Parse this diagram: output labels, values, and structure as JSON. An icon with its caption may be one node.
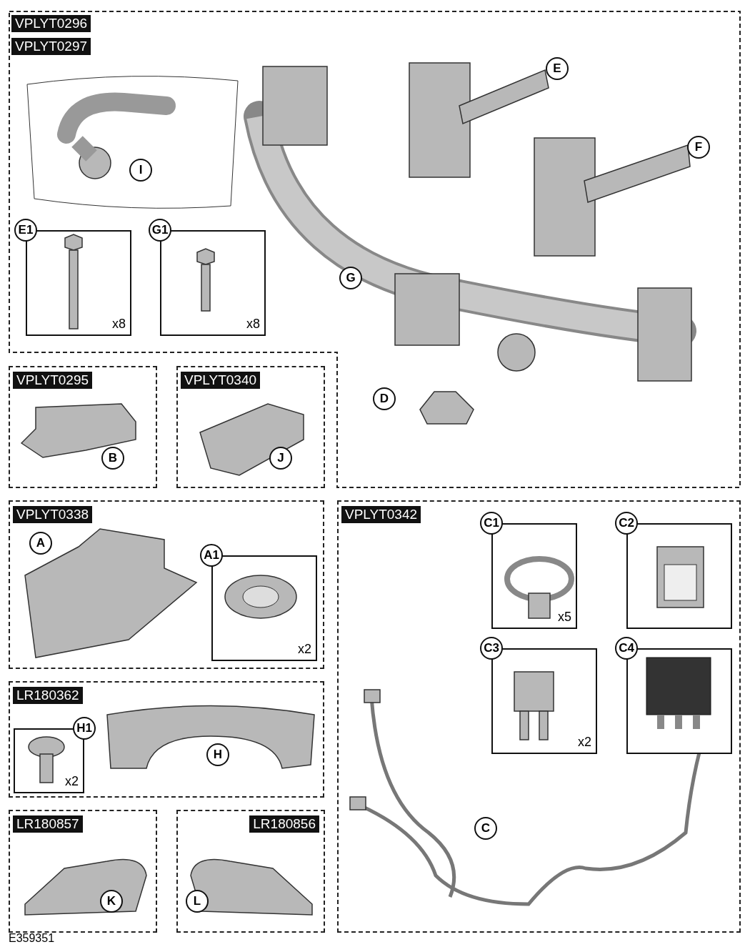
{
  "diagram": {
    "nodes": [
      {
        "text": [
          "VPLYT0296",
          "VPLYT0297"
        ]
      },
      {
        "text": [
          "VPLYT0295"
        ]
      },
      {
        "text": [
          "VPLYT0340"
        ]
      },
      {
        "text": [
          "VPLYT0338"
        ]
      },
      {
        "text": [
          "VPLYT0342"
        ]
      },
      {
        "text": [
          "LR180362"
        ]
      },
      {
        "text": [
          "LR180857"
        ]
      },
      {
        "text": [
          "LR180856"
        ]
      },
      {
        "text": [
          "I"
        ],
        "in": 0
      },
      {
        "text": [
          "E1",
          "x8"
        ],
        "in": 0
      },
      {
        "text": [
          "G1",
          "x8"
        ],
        "in": 0
      },
      {
        "text": [
          "G"
        ],
        "in": 0
      },
      {
        "text": [
          "E"
        ],
        "in": 0
      },
      {
        "text": [
          "F"
        ],
        "in": 0
      },
      {
        "text": [
          "D"
        ],
        "in": 0
      },
      {
        "text": [
          "B"
        ],
        "in": 1
      },
      {
        "text": [
          "J"
        ],
        "in": 2
      },
      {
        "text": [
          "A"
        ],
        "in": 3
      },
      {
        "text": [
          "A1",
          "x2"
        ],
        "in": 3
      },
      {
        "text": [
          "C1",
          "x5"
        ],
        "in": 4
      },
      {
        "text": [
          "C2"
        ],
        "in": 4
      },
      {
        "text": [
          "C3",
          "x2"
        ],
        "in": 4
      },
      {
        "text": [
          "C4"
        ],
        "in": 4
      },
      {
        "text": [
          "C"
        ],
        "in": 4
      },
      {
        "text": [
          "H1",
          "x2"
        ],
        "in": 5
      },
      {
        "text": [
          "H"
        ],
        "in": 5
      },
      {
        "text": [
          "K"
        ],
        "in": 6
      },
      {
        "text": [
          "L"
        ],
        "in": 7
      }
    ],
    "labels": [
      "E359351"
    ]
  }
}
